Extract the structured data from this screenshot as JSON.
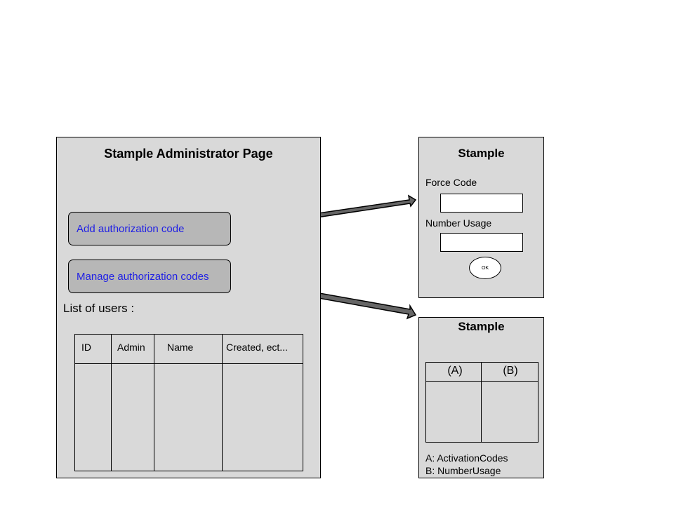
{
  "admin_page": {
    "title": "Stample Administrator Page",
    "add_button": "Add authorization code",
    "manage_button": "Manage authorization codes",
    "users_label": "List of users :",
    "users_table": {
      "headers": [
        "ID",
        "Admin",
        "Name",
        "Created, ect..."
      ]
    }
  },
  "add_dialog": {
    "title": "Stample",
    "force_code_label": "Force Code",
    "number_usage_label": "Number Usage",
    "ok_label": "OK"
  },
  "codes_dialog": {
    "title": "Stample",
    "headers": [
      "(A)",
      "(B)"
    ],
    "legend_a": "A: ActivationCodes",
    "legend_b": "B: NumberUsage"
  },
  "colors": {
    "panel": "#d9d9d9",
    "button": "#b7b7b7",
    "button_text": "#1f1fe5",
    "arrow": "#666666"
  }
}
